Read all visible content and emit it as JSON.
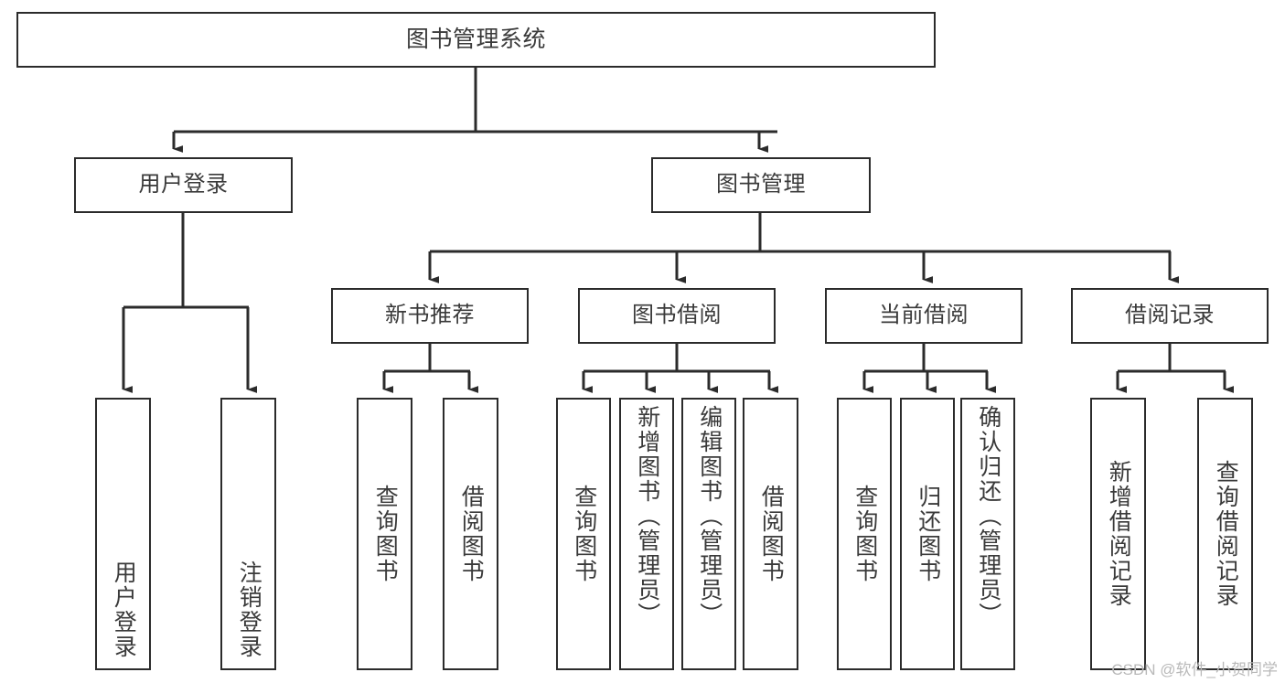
{
  "diagram": {
    "title": "图书管理系统",
    "type": "tree-hierarchy-chart",
    "stroke_color": "#2b2b2b",
    "text_color": "#3a3a3a",
    "background_color": "#ffffff"
  },
  "nodes": {
    "root": {
      "label": "图书管理系统"
    },
    "level2": [
      {
        "label": "用户登录"
      },
      {
        "label": "图书管理"
      }
    ],
    "level3": [
      {
        "label": "新书推荐"
      },
      {
        "label": "图书借阅"
      },
      {
        "label": "当前借阅"
      },
      {
        "label": "借阅记录"
      }
    ],
    "leaves": {
      "user_login": [
        {
          "label": "用户登录"
        },
        {
          "label": "注销登录"
        }
      ],
      "new_book_recommend": [
        {
          "label": "查询图书"
        },
        {
          "label": "借阅图书"
        }
      ],
      "book_borrow": [
        {
          "label": "查询图书"
        },
        {
          "label": "新增图书（管理员）"
        },
        {
          "label": "编辑图书（管理员）"
        },
        {
          "label": "借阅图书"
        }
      ],
      "current_borrow": [
        {
          "label": "查询图书"
        },
        {
          "label": "归还图书"
        },
        {
          "label": "确认归还（管理员）"
        }
      ],
      "borrow_record": [
        {
          "label": "新增借阅记录"
        },
        {
          "label": "查询借阅记录"
        }
      ]
    }
  },
  "watermark": {
    "text": "CSDN @软件_小贺同学"
  }
}
